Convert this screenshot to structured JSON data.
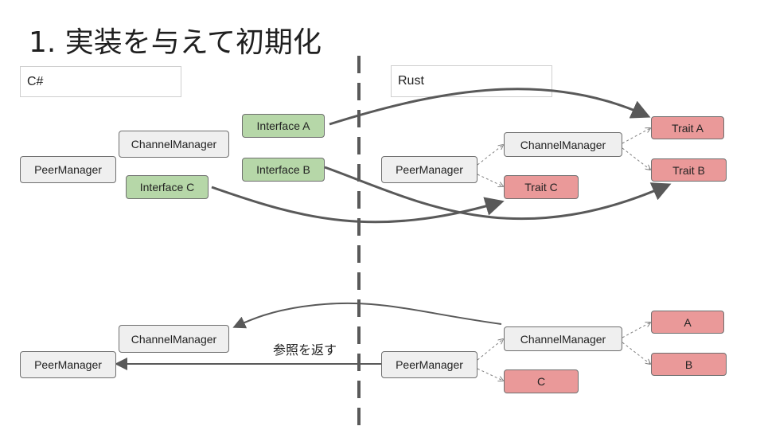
{
  "title": "1.  実装を与えて初期化",
  "sections": {
    "left_label": "C#",
    "right_label": "Rust"
  },
  "top": {
    "csharp": {
      "peer_manager": "PeerManager",
      "channel_manager": "ChannelManager",
      "interface_a": "Interface A",
      "interface_b": "Interface B",
      "interface_c": "Interface C"
    },
    "rust": {
      "peer_manager": "PeerManager",
      "channel_manager": "ChannelManager",
      "trait_a": "Trait A",
      "trait_b": "Trait B",
      "trait_c": "Trait C"
    }
  },
  "bottom": {
    "csharp": {
      "channel_manager": "ChannelManager",
      "peer_manager": "PeerManager"
    },
    "rust": {
      "channel_manager": "ChannelManager",
      "peer_manager": "PeerManager",
      "a": "A",
      "b": "B",
      "c": "C"
    },
    "return_label": "参照を返す"
  },
  "colors": {
    "gray_node": "#efefef",
    "green_node": "#b6d7a8",
    "red_node": "#ea9999",
    "arrow": "#595959",
    "divider": "#595959"
  }
}
